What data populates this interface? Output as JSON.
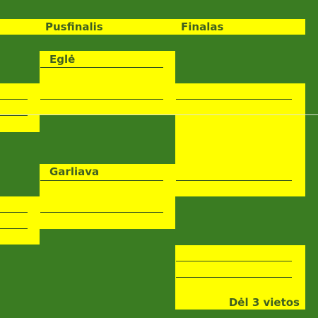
{
  "header": {
    "semifinals_label": "Pusfinalis",
    "finals_label": "Finalas"
  },
  "bracket": {
    "team_1": "Eglė",
    "team_2": "Garliava"
  },
  "third_place": {
    "label": "Dėl 3 vietos"
  }
}
